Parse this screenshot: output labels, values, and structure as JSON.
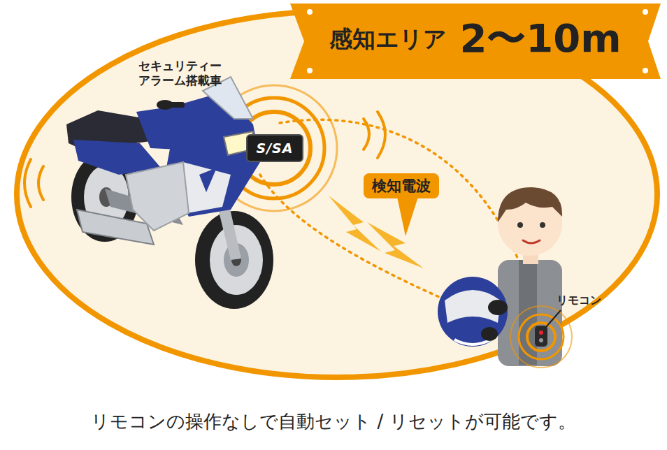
{
  "diagram": {
    "caption": "リモコンの操作なしで自動セット / リセットが可能です。",
    "nodes": [
      {
        "text": [
          "感知エリア",
          "2〜10m"
        ]
      },
      {
        "text": [
          "S/SA"
        ]
      },
      {
        "text": [
          "検知電波"
        ]
      }
    ],
    "labels": [
      "セキュリティー アラーム搭載車",
      "リモコン"
    ]
  }
}
